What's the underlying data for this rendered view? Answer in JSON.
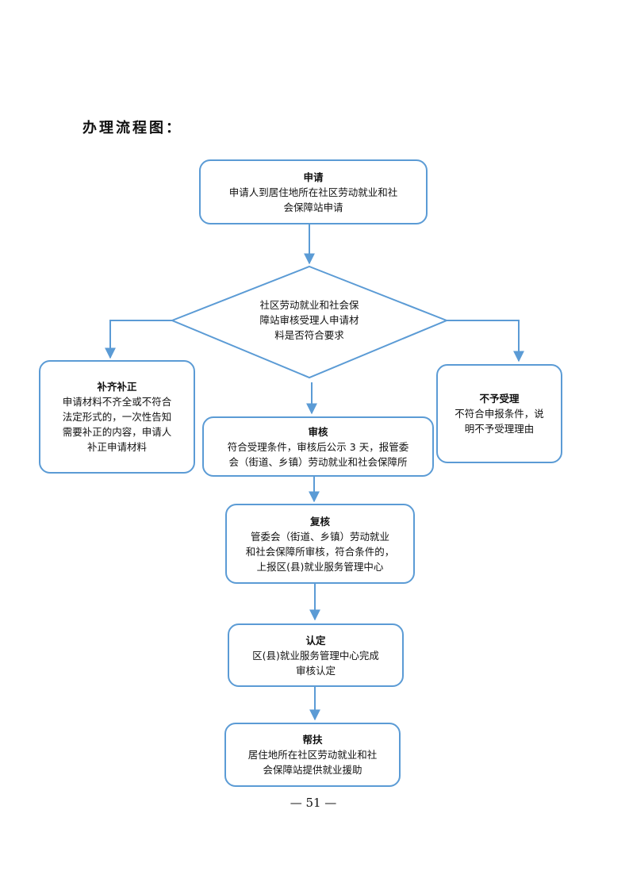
{
  "heading": "办理流程图：",
  "colors": {
    "stroke": "#5b9bd5",
    "text": "#111111",
    "background": "#ffffff"
  },
  "nodes": {
    "apply": {
      "title": "申请",
      "lines": [
        "申请人到居住地所在社区劳动就业和社",
        "会保障站申请"
      ]
    },
    "decision": {
      "lines": [
        "社区劳动就业和社会保",
        "障站审核受理人申请材",
        "料是否符合要求"
      ]
    },
    "supplement": {
      "title": "补齐补正",
      "lines": [
        "申请材料不齐全或不符合",
        "法定形式的，一次性告知",
        "需要补正的内容，申请人",
        "补正申请材料"
      ]
    },
    "reject": {
      "title": "不予受理",
      "lines": [
        "不符合申报条件，说",
        "明不予受理理由"
      ]
    },
    "review": {
      "title": "审核",
      "lines": [
        "符合受理条件，审核后公示 3 天，报管委",
        "会（街道、乡镇）劳动就业和社会保障所"
      ]
    },
    "recheck": {
      "title": "复核",
      "lines": [
        "管委会（街道、乡镇）劳动就业",
        "和社会保障所审核，符合条件的，",
        "上报区(县)就业服务管理中心"
      ]
    },
    "confirm": {
      "title": "认定",
      "lines": [
        "区(县)就业服务管理中心完成",
        "审核认定"
      ]
    },
    "assist": {
      "title": "帮扶",
      "lines": [
        "居住地所在社区劳动就业和社",
        "会保障站提供就业援助"
      ]
    }
  },
  "page_number": "— 51 —"
}
